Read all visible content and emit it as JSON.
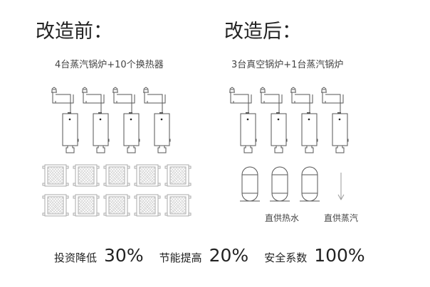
{
  "before": {
    "title": "改造前：",
    "subtitle": "4台蒸汽锅炉+10个换热器",
    "boilers": 4,
    "heat_exchangers": 10
  },
  "after": {
    "title": "改造后：",
    "subtitle": "3台真空锅炉+1台蒸汽锅炉",
    "boilers": 4,
    "tanks": 3,
    "labels": [
      "直供热水",
      "直供蒸汽"
    ]
  },
  "stats": [
    {
      "label": "投资降低",
      "value": "30%"
    },
    {
      "label": "节能提高",
      "value": "20%"
    },
    {
      "label": "安全系数",
      "value": "100%"
    }
  ],
  "colors": {
    "line": "#555555",
    "grid": "#aaaaaa"
  }
}
